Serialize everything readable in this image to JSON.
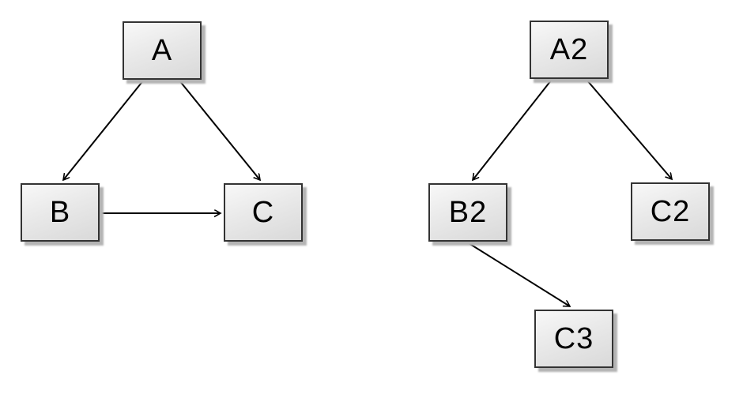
{
  "diagram": {
    "background_color": "#ffffff",
    "colors": {
      "node_fill_light": "#f8f8f8",
      "node_fill_dark": "#d9d9d9",
      "node_border": "#333333",
      "node_shadow": "#b4b4b4",
      "edge": "#000000",
      "label": "#000000"
    },
    "nodes": [
      {
        "id": "A",
        "label": "A"
      },
      {
        "id": "B",
        "label": "B"
      },
      {
        "id": "C",
        "label": "C"
      },
      {
        "id": "A2",
        "label": "A2"
      },
      {
        "id": "B2",
        "label": "B2"
      },
      {
        "id": "C2",
        "label": "C2"
      },
      {
        "id": "C3",
        "label": "C3"
      }
    ],
    "edges": [
      {
        "from": "A",
        "to": "B"
      },
      {
        "from": "A",
        "to": "C"
      },
      {
        "from": "B",
        "to": "C"
      },
      {
        "from": "A2",
        "to": "B2"
      },
      {
        "from": "A2",
        "to": "C2"
      },
      {
        "from": "B2",
        "to": "C3"
      }
    ]
  }
}
